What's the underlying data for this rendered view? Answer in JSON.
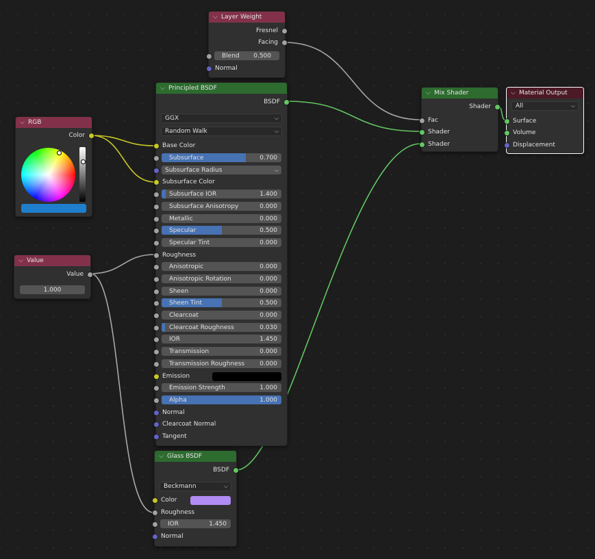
{
  "colors": {
    "shader_header": "#2d6b2f",
    "input_header": "#83314a",
    "output_header": "#4c1a26",
    "socket_grey": "#a1a1a1",
    "socket_yellow": "#c7c729",
    "socket_green": "#63c763",
    "socket_purple": "#6363c7",
    "slider_fill": "#4772b3"
  },
  "layer_weight": {
    "title": "Layer Weight",
    "out_fresnel": "Fresnel",
    "out_facing": "Facing",
    "blend_label": "Blend",
    "blend_value": "0.500",
    "normal_label": "Normal"
  },
  "rgb": {
    "title": "RGB",
    "out_color": "Color",
    "color_value": "#1f7fcc"
  },
  "value_node": {
    "title": "Value",
    "out_value": "Value",
    "value": "1.000"
  },
  "principled": {
    "title": "Principled BSDF",
    "out_bsdf": "BSDF",
    "distribution": "GGX",
    "subsurface_method": "Random Walk",
    "base_color_label": "Base Color",
    "subsurface_label": "Subsurface",
    "subsurface_value": "0.700",
    "subsurface_radius_label": "Subsurface Radius",
    "subsurface_color_label": "Subsurface Color",
    "subsurface_ior_label": "Subsurface IOR",
    "subsurface_ior_value": "1.400",
    "subsurface_anisotropy_label": "Subsurface Anisotropy",
    "subsurface_anisotropy_value": "0.000",
    "metallic_label": "Metallic",
    "metallic_value": "0.000",
    "specular_label": "Specular",
    "specular_value": "0.500",
    "specular_tint_label": "Specular Tint",
    "specular_tint_value": "0.000",
    "roughness_label": "Roughness",
    "anisotropic_label": "Anisotropic",
    "anisotropic_value": "0.000",
    "anisotropic_rotation_label": "Anisotropic Rotation",
    "anisotropic_rotation_value": "0.000",
    "sheen_label": "Sheen",
    "sheen_value": "0.000",
    "sheen_tint_label": "Sheen Tint",
    "sheen_tint_value": "0.500",
    "clearcoat_label": "Clearcoat",
    "clearcoat_value": "0.000",
    "clearcoat_roughness_label": "Clearcoat Roughness",
    "clearcoat_roughness_value": "0.030",
    "ior_label": "IOR",
    "ior_value": "1.450",
    "transmission_label": "Transmission",
    "transmission_value": "0.000",
    "transmission_roughness_label": "Transmission Roughness",
    "transmission_roughness_value": "0.000",
    "emission_label": "Emission",
    "emission_color": "#000000",
    "emission_strength_label": "Emission Strength",
    "emission_strength_value": "1.000",
    "alpha_label": "Alpha",
    "alpha_value": "1.000",
    "normal_label": "Normal",
    "clearcoat_normal_label": "Clearcoat Normal",
    "tangent_label": "Tangent"
  },
  "glass": {
    "title": "Glass BSDF",
    "out_bsdf": "BSDF",
    "distribution": "Beckmann",
    "color_label": "Color",
    "color_value": "#b18cf5",
    "roughness_label": "Roughness",
    "ior_label": "IOR",
    "ior_value": "1.450",
    "normal_label": "Normal"
  },
  "mix_shader": {
    "title": "Mix Shader",
    "out_shader": "Shader",
    "fac_label": "Fac",
    "shader1_label": "Shader",
    "shader2_label": "Shader"
  },
  "material_output": {
    "title": "Material Output",
    "target": "All",
    "surface_label": "Surface",
    "volume_label": "Volume",
    "displacement_label": "Displacement"
  }
}
